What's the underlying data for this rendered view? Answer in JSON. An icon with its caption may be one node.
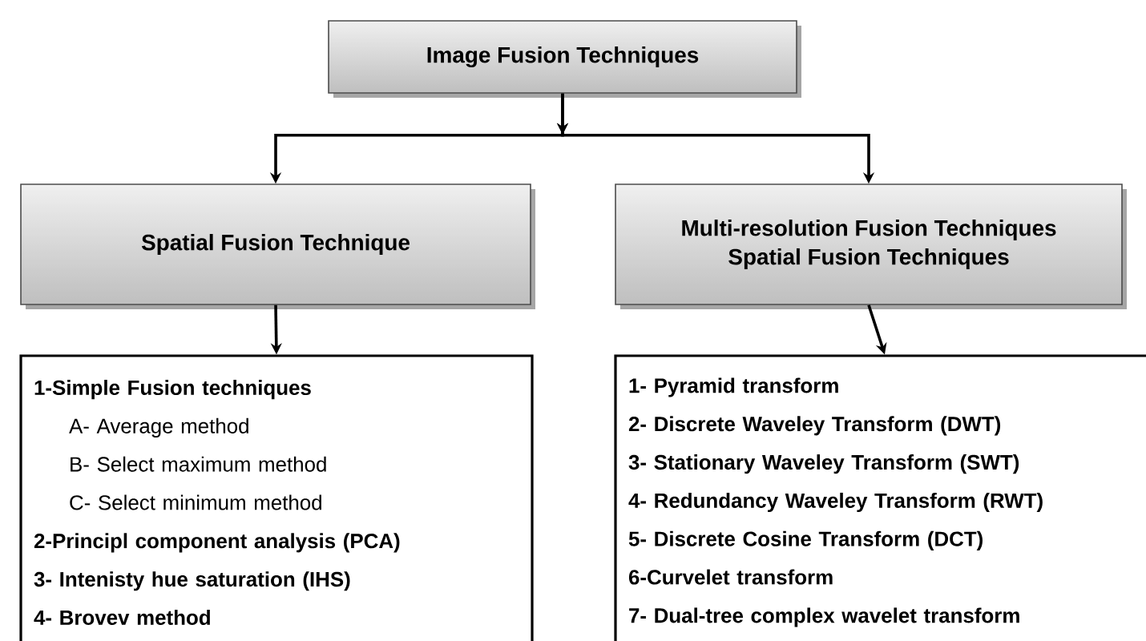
{
  "diagram": {
    "nodes": [
      {
        "text": [
          "Image Fusion Techniques"
        ]
      },
      {
        "text": [
          "Spatial Fusion Technique"
        ]
      },
      {
        "text": [
          "Multi-resolution Fusion Techniques",
          "Spatial Fusion Techniques"
        ]
      },
      {
        "text": [
          "1-Simple Fusion techniques",
          "A- Average method",
          "B- Select maximum method",
          "C- Select minimum method",
          "2-Principl component analysis (PCA)",
          "3- Intenisty hue saturation (IHS)",
          "4- Brovev method"
        ]
      },
      {
        "text": [
          "1- Pyramid transform",
          "2- Discrete Waveley Transform (DWT)",
          "3- Stationary Waveley Transform (SWT)",
          "4- Redundancy Waveley Transform (RWT)",
          "5- Discrete Cosine Transform (DCT)",
          "6-Curvelet transform",
          "7- Dual-tree complex wavelet transform"
        ]
      }
    ],
    "edges": [
      {
        "from": 0,
        "to": 1,
        "arrow": "to"
      },
      {
        "from": 0,
        "to": 2,
        "arrow": "to"
      },
      {
        "from": 1,
        "to": 3,
        "arrow": "to"
      },
      {
        "from": 2,
        "to": 4,
        "arrow": "to"
      }
    ]
  }
}
